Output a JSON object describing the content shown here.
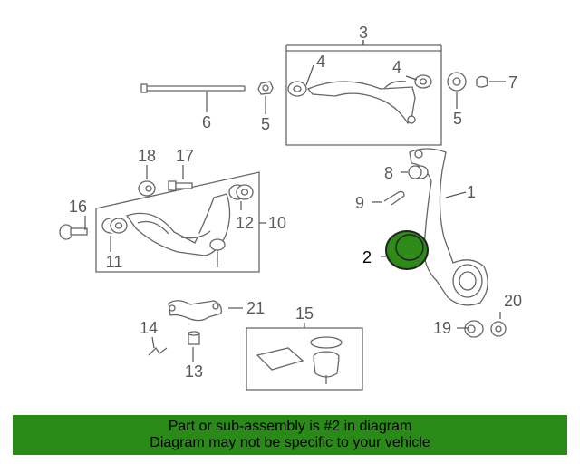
{
  "callouts": {
    "c1": "1",
    "c2": "2",
    "c3": "3",
    "c4a": "4",
    "c4b": "4",
    "c5a": "5",
    "c5b": "5",
    "c6": "6",
    "c7": "7",
    "c8": "8",
    "c9": "9",
    "c10": "10",
    "c11": "11",
    "c12": "12",
    "c13": "13",
    "c14": "14",
    "c15": "15",
    "c16": "16",
    "c17": "17",
    "c18": "18",
    "c19": "19",
    "c20": "20",
    "c21": "21"
  },
  "highlight": {
    "part": "2",
    "color": "#2e8b18"
  },
  "banner": {
    "line1": "Part or sub-assembly is #2 in diagram",
    "line2": "Diagram may not be specific to your vehicle",
    "color": "#2a8a17"
  }
}
